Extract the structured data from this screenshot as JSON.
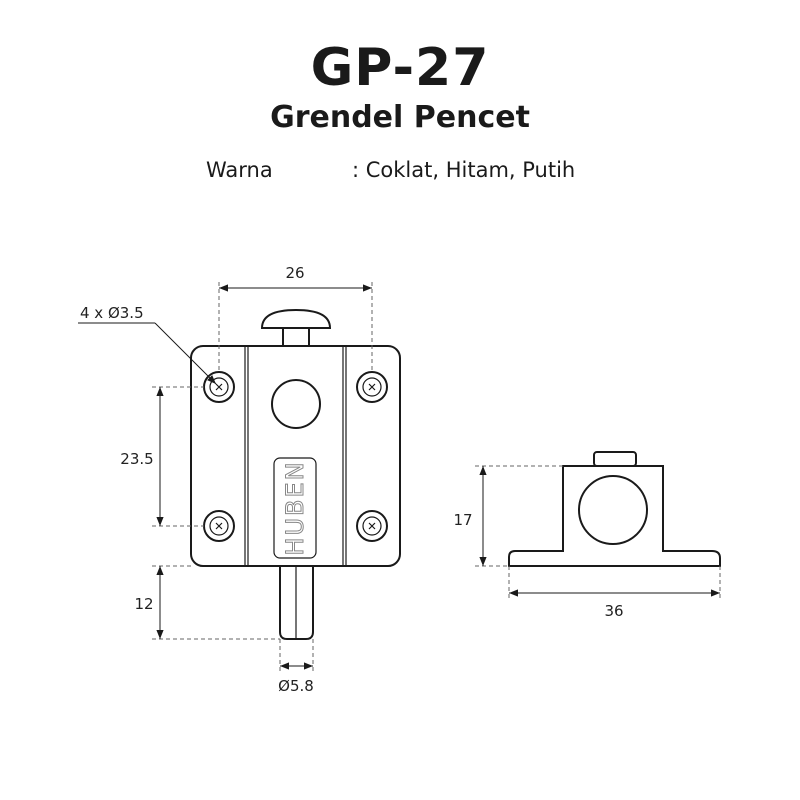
{
  "product": {
    "code": "GP-27",
    "name": "Grendel Pencet"
  },
  "spec": {
    "label": "Warna",
    "value": ": Coklat, Hitam, Putih"
  },
  "brand_mark": "HUBEN",
  "dimensions": {
    "width_holes": "26",
    "holes_note": "4 x Ø3.5",
    "height_holes": "23.5",
    "bolt_length": "12",
    "bolt_diameter": "Ø5.8",
    "side_height": "17",
    "side_width": "36"
  }
}
